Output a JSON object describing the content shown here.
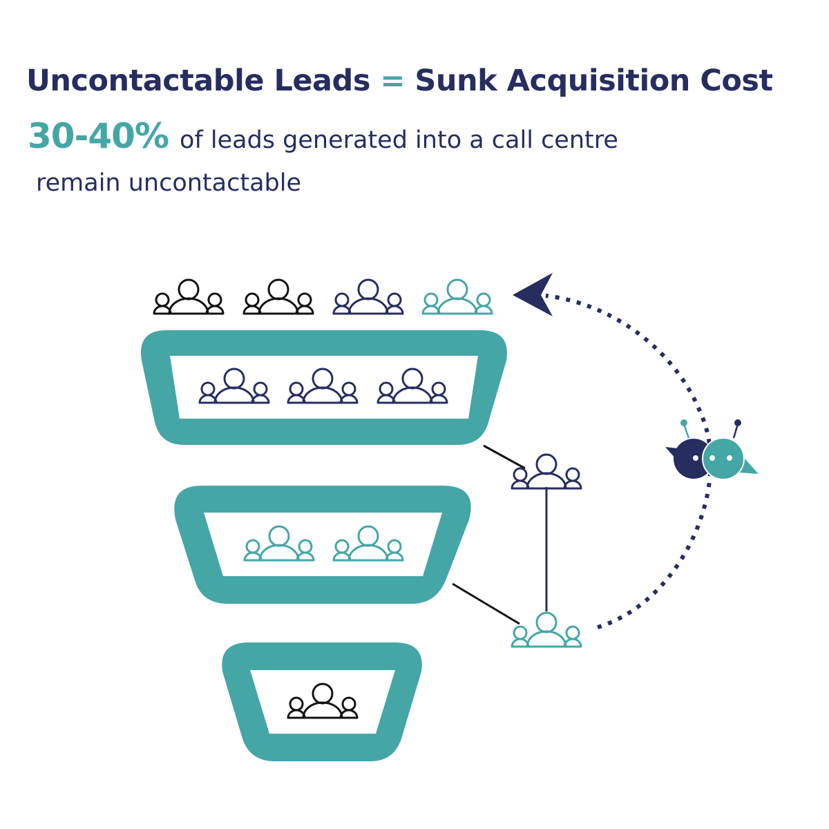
{
  "title": {
    "part1": "Uncontactable Leads",
    "equals": "=",
    "part2": "Sunk Acquisition Cost"
  },
  "stat": {
    "percentage": "30-40%",
    "description_line1": "of leads generated into a call centre",
    "description_line2": "remain uncontactable"
  },
  "colors": {
    "navy": "#272d5f",
    "teal": "#45a6a6",
    "black": "#111111"
  },
  "icons": {
    "group": "people-group-icon",
    "chatbot": "chatbot-icon",
    "arrow": "arrow-head-icon"
  }
}
